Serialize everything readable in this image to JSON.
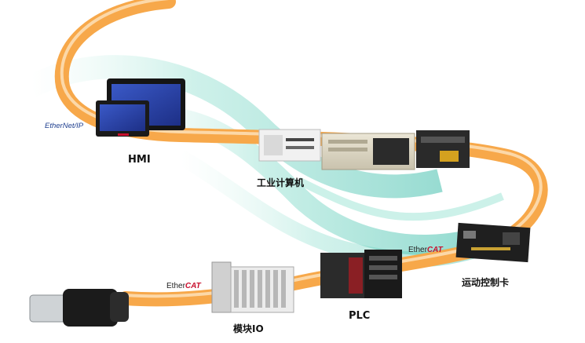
{
  "labels": {
    "hmi": "HMI",
    "ipc": "工业计算机",
    "motion_card": "运动控制卡",
    "plc": "PLC",
    "io": "模块IO"
  },
  "logos": {
    "ethernet_ip": "EtherNet/IP",
    "ethercat_prefix": "Ether",
    "ethercat_suffix": "CAT"
  },
  "colors": {
    "cable": "#f7a84a",
    "cable_highlight": "#fde3bf",
    "teal_ribbon": "#3fc4b0",
    "ethercat_red": "#c8102e",
    "ethernet_ip_blue": "#1f3f8f"
  }
}
